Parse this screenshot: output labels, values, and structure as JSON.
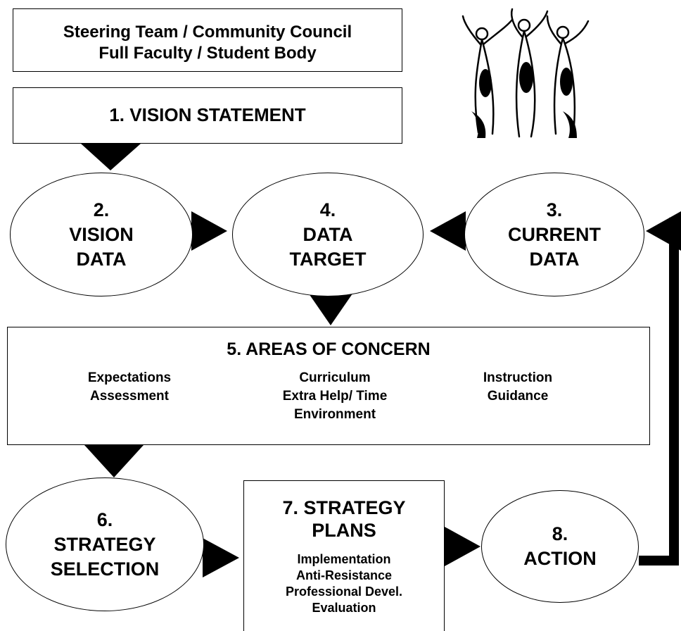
{
  "header": {
    "line1": "Steering Team / Community Council",
    "line2": "Full Faculty / Student Body"
  },
  "vision_statement": "1. VISION STATEMENT",
  "nodes": {
    "vision_data": {
      "num": "2.",
      "l1": "VISION",
      "l2": "DATA"
    },
    "data_target": {
      "num": "4.",
      "l1": "DATA",
      "l2": "TARGET"
    },
    "current_data": {
      "num": "3.",
      "l1": "CURRENT",
      "l2": "DATA"
    },
    "strategy_selection": {
      "num": "6.",
      "l1": "STRATEGY",
      "l2": "SELECTION"
    },
    "action": {
      "num": "8.",
      "l1": "ACTION"
    }
  },
  "areas": {
    "title": "5.  AREAS OF CONCERN",
    "col1": [
      "Expectations",
      "Assessment"
    ],
    "col2": [
      "Curriculum",
      "Extra Help/ Time",
      "Environment"
    ],
    "col3": [
      "Instruction",
      "Guidance"
    ]
  },
  "plans": {
    "title1": "7. STRATEGY",
    "title2": "PLANS",
    "items": [
      "Implementation",
      "Anti-Resistance",
      "Professional Devel.",
      "Evaluation"
    ]
  },
  "logo": {
    "icon": "people-celebrating-icon"
  }
}
